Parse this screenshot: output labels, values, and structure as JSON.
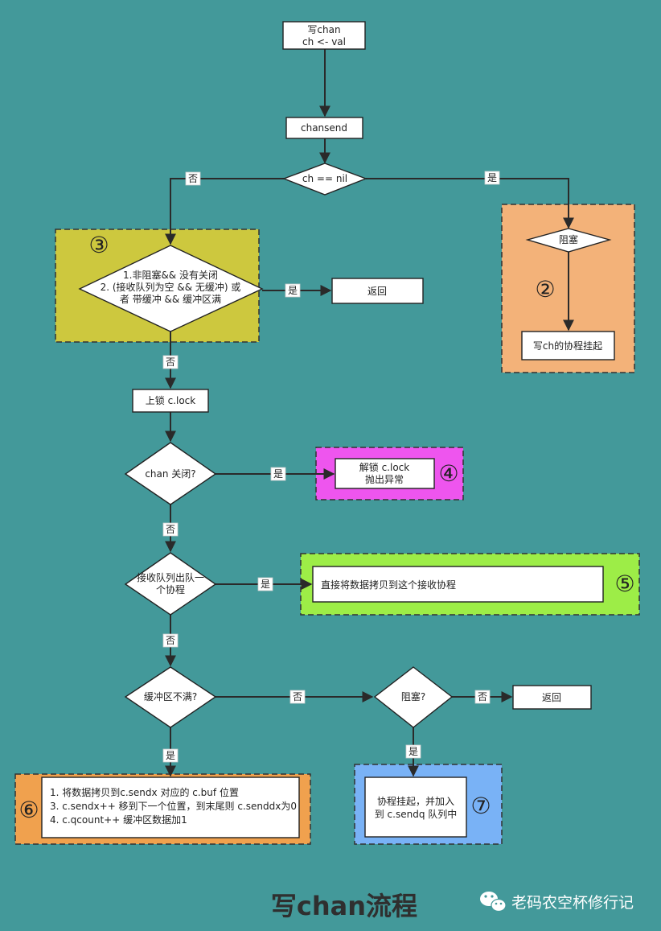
{
  "nodes": {
    "start": [
      "写chan",
      "ch <- val"
    ],
    "chansend": "chansend",
    "ch_nil": "ch == nil",
    "block": "阻塞",
    "suspend": "写ch的协程挂起",
    "cond1": [
      "1.非阻塞&& 没有关闭",
      "2. (接收队列为空 && 无缓冲) 或",
      "者 带缓冲 && 缓冲区满"
    ],
    "return1": "返回",
    "lock": "上锁 c.lock",
    "closed": "chan 关闭?",
    "unlock": [
      "解锁 c.lock",
      "抛出异常"
    ],
    "recvq": [
      "接收队列出队一",
      "个协程"
    ],
    "copy_direct": "直接将数据拷贝到这个接收协程",
    "buf_not_full": "缓冲区不满?",
    "block2": "阻塞?",
    "return2": "返回",
    "buf_ops": [
      "1. 将数据拷贝到c.sendx 对应的 c.buf 位置",
      "3. c.sendx++ 移到下一个位置，到末尾则 c.senddx为0",
      "4. c.qcount++ 缓冲区数据加1"
    ],
    "park": [
      "协程挂起，并加入",
      "到 c.sendq 队列中"
    ]
  },
  "edge_labels": {
    "yes": "是",
    "no": "否"
  },
  "regions": {
    "r2": "②",
    "r3": "③",
    "r4": "④",
    "r5": "⑤",
    "r6": "⑥",
    "r7": "⑦"
  },
  "footer": {
    "title": "写chan流程",
    "brand": "老码农空杯修行记",
    "brand_icon": "wechat-icon"
  },
  "colors": {
    "background": "#43999a",
    "region2": "#f3b279",
    "region3": "#cdc83e",
    "region4": "#ee55ee",
    "region5": "#9ded47",
    "region6": "#f0a14e",
    "region7": "#79b2f6"
  }
}
